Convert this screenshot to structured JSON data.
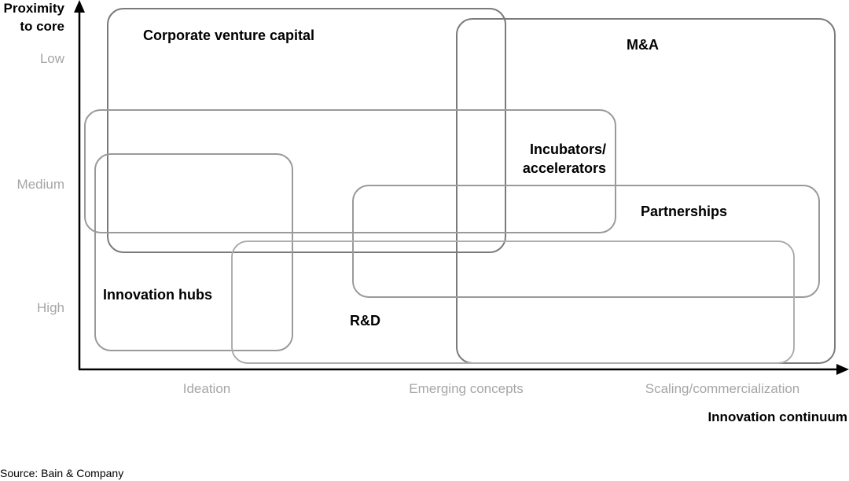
{
  "y_axis": {
    "title_line1": "Proximity",
    "title_line2": "to core",
    "ticks": [
      "Low",
      "Medium",
      "High"
    ]
  },
  "x_axis": {
    "title": "Innovation continuum",
    "ticks": [
      "Ideation",
      "Emerging concepts",
      "Scaling/commercialization"
    ]
  },
  "regions": {
    "cvc": "Corporate venture capital",
    "ma": "M&A",
    "incubators_line1": "Incubators/",
    "incubators_line2": "accelerators",
    "partnerships": "Partnerships",
    "innovation_hubs": "Innovation hubs",
    "rd": "R&D"
  },
  "colors": {
    "axis": "#000000",
    "tick_text": "#a6a6a6",
    "box_dark": "#7a7a7a",
    "box_mid": "#9a9a9a",
    "box_light": "#c4c4c4"
  },
  "source": "Source: Bain & Company"
}
